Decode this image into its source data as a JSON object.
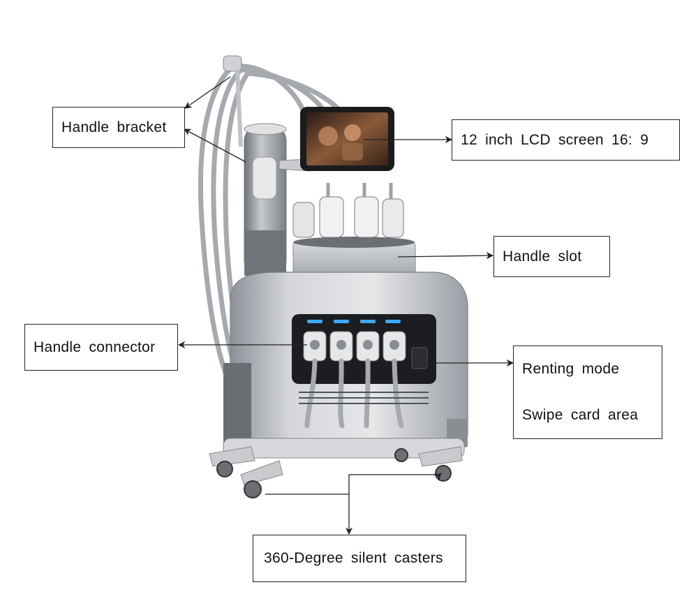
{
  "labels": {
    "handle_bracket": "Handle bracket",
    "lcd_screen": "12 inch LCD screen 16: 9",
    "handle_slot": "Handle slot",
    "handle_connector": "Handle connector",
    "renting_mode": "Renting mode",
    "swipe_card_area": "Swipe card area",
    "casters": "360-Degree silent casters"
  },
  "colors": {
    "body_silver": "#b9bcc0",
    "body_dark": "#5b5f64",
    "panel_black": "#1c1d20",
    "led_blue": "#3fa9ff",
    "cable_gray": "#a6a9ad",
    "arrow": "#222222"
  }
}
